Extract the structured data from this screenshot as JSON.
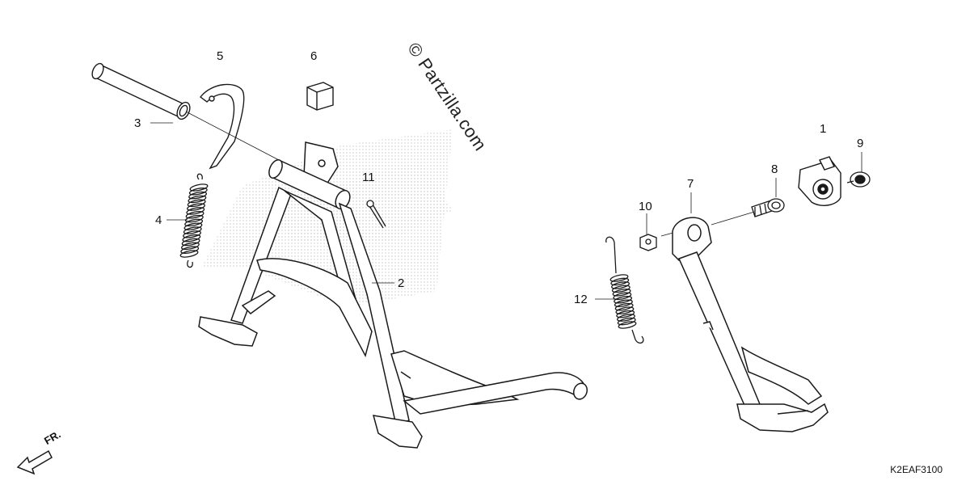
{
  "watermark": "© Partzilla.com",
  "diagram_code": "K2EAF3100",
  "front_label": "FR.",
  "callouts": {
    "c1": "1",
    "c2": "2",
    "c3": "3",
    "c4": "4",
    "c5": "5",
    "c6": "6",
    "c7": "7",
    "c8": "8",
    "c9": "9",
    "c10": "10",
    "c11": "11",
    "c12": "12"
  },
  "colors": {
    "line": "#1a1a1a",
    "shade": "#cfcfcf",
    "background": "#ffffff"
  }
}
